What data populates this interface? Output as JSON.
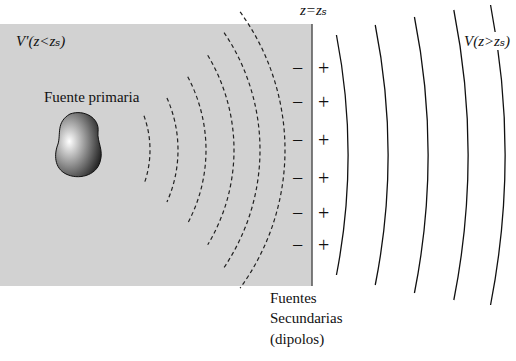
{
  "diagram": {
    "nodes": [
      {
        "text": [
          "V′(z<zₛ)"
        ]
      },
      {
        "text": [
          "Fuente primaria"
        ],
        "in": 0
      }
    ],
    "labels": [
      "z=zₛ",
      "V(z>zₛ)",
      "−",
      "−",
      "−",
      "−",
      "−",
      "−",
      "+",
      "+",
      "+",
      "+",
      "+",
      "+",
      "Fuentes Secundarias (dipolos)"
    ]
  }
}
